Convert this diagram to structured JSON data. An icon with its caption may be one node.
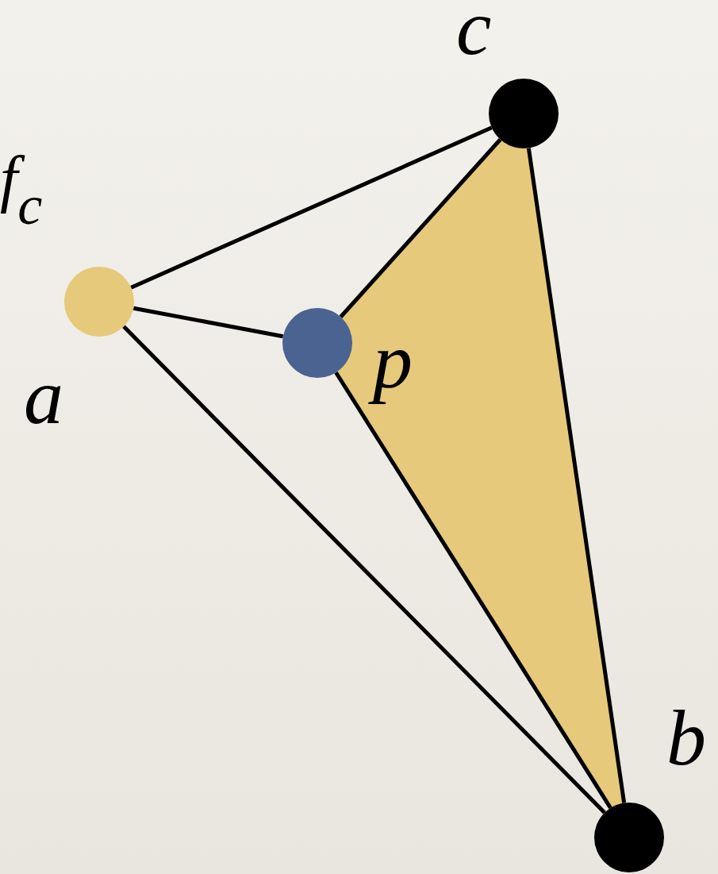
{
  "diagram": {
    "nodes": [
      {
        "text": [],
        "shape": "circle",
        "beside": [
          "a"
        ]
      },
      {
        "text": [],
        "shape": "circle",
        "beside": [
          "p"
        ]
      },
      {
        "text": [],
        "shape": "circle",
        "beside": [
          "c"
        ]
      },
      {
        "text": [],
        "shape": "circle",
        "beside": [
          "b"
        ]
      }
    ],
    "edges": [
      {
        "from": 0,
        "to": 2,
        "arrow": "none"
      },
      {
        "from": 0,
        "to": 1,
        "arrow": "none"
      },
      {
        "from": 0,
        "to": 3,
        "arrow": "none"
      },
      {
        "from": 1,
        "to": 2,
        "arrow": "none"
      },
      {
        "from": 1,
        "to": 3,
        "arrow": "none"
      },
      {
        "from": 2,
        "to": 3,
        "arrow": "none"
      }
    ],
    "labels": [
      "f$_{c}$"
    ]
  }
}
